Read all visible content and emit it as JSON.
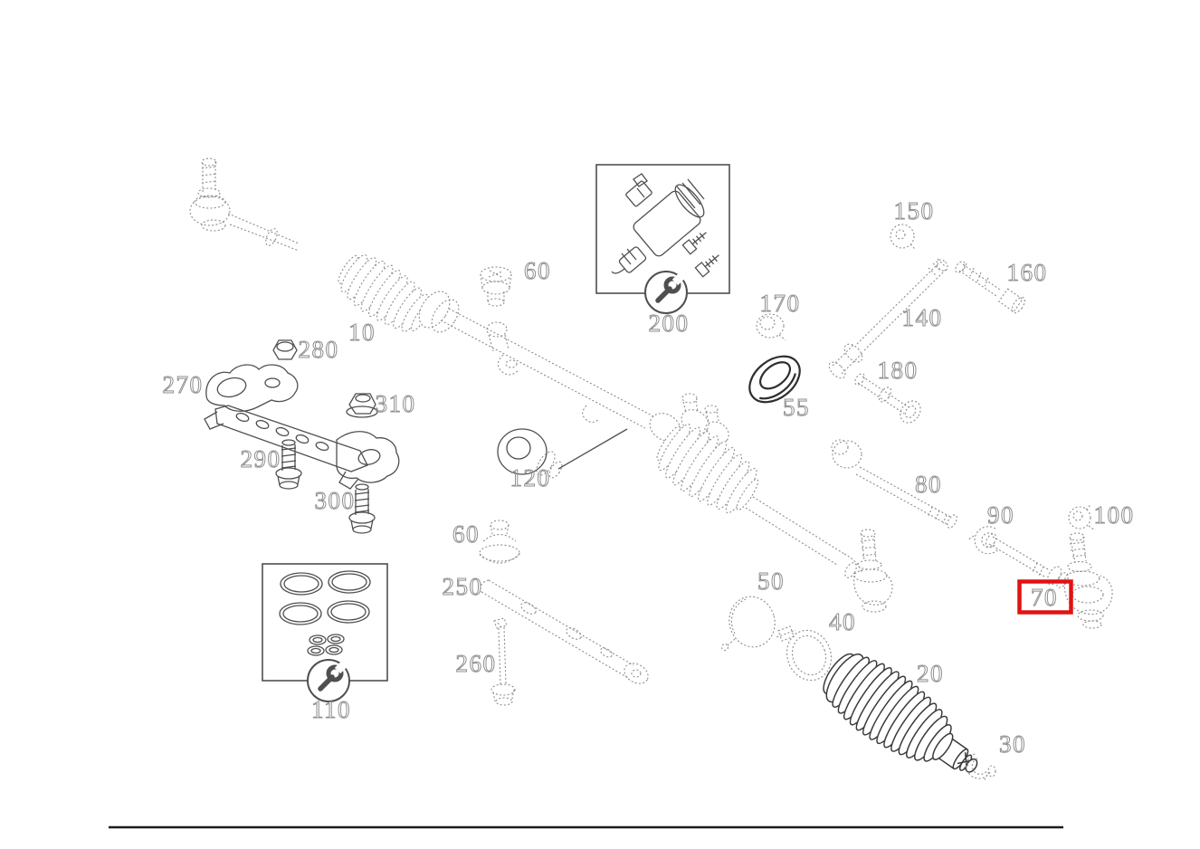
{
  "diagram": {
    "kind": "exploded-parts-diagram",
    "background": "#ffffff",
    "ink_color": "#4f4f4f"
  },
  "callouts": {
    "10": "10",
    "20": "20",
    "30": "30",
    "40": "40",
    "50": "50",
    "55": "55",
    "60": "60",
    "70": "70",
    "80": "80",
    "90": "90",
    "100": "100",
    "110": "110",
    "120": "120",
    "140": "140",
    "150": "150",
    "160": "160",
    "170": "170",
    "180": "180",
    "200": "200",
    "250": "250",
    "260": "260",
    "270": "270",
    "280": "280",
    "290": "290",
    "300": "300",
    "310": "310"
  },
  "highlight": {
    "callout": "70",
    "color": "#e21212"
  },
  "kit_boxes": {
    "top_callout": "200",
    "bottom_callout": "110"
  },
  "icons": {
    "kit_service": "wrench-icon"
  }
}
